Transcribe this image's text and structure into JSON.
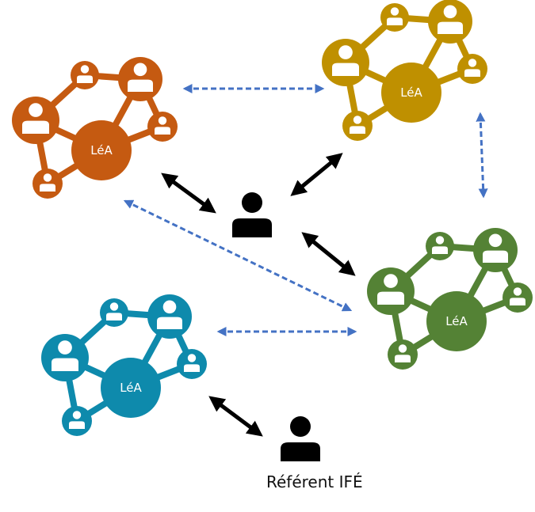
{
  "diagram": {
    "networks": [
      {
        "id": "orange",
        "color": "#C55A11",
        "label": "LéA"
      },
      {
        "id": "gold",
        "color": "#BF9000",
        "label": "LéA"
      },
      {
        "id": "green",
        "color": "#548235",
        "label": "LéA"
      },
      {
        "id": "teal",
        "color": "#0E8AAC",
        "label": "LéA"
      }
    ],
    "central_person": {
      "role": "person",
      "color": "#000000"
    },
    "referent": {
      "label": "Référent IFÉ",
      "color": "#000000"
    },
    "links": [
      {
        "from": "orange",
        "to": "gold",
        "style": "dashed",
        "color": "#4472C4"
      },
      {
        "from": "gold",
        "to": "green",
        "style": "dashed",
        "color": "#4472C4"
      },
      {
        "from": "orange",
        "to": "green",
        "style": "dashed",
        "color": "#4472C4"
      },
      {
        "from": "teal",
        "to": "green",
        "style": "dashed",
        "color": "#4472C4"
      },
      {
        "from": "central_person",
        "to": "orange",
        "style": "solid",
        "color": "#000000"
      },
      {
        "from": "central_person",
        "to": "gold",
        "style": "solid",
        "color": "#000000"
      },
      {
        "from": "central_person",
        "to": "green",
        "style": "solid",
        "color": "#000000"
      },
      {
        "from": "referent",
        "to": "teal",
        "style": "solid",
        "color": "#000000"
      }
    ]
  }
}
